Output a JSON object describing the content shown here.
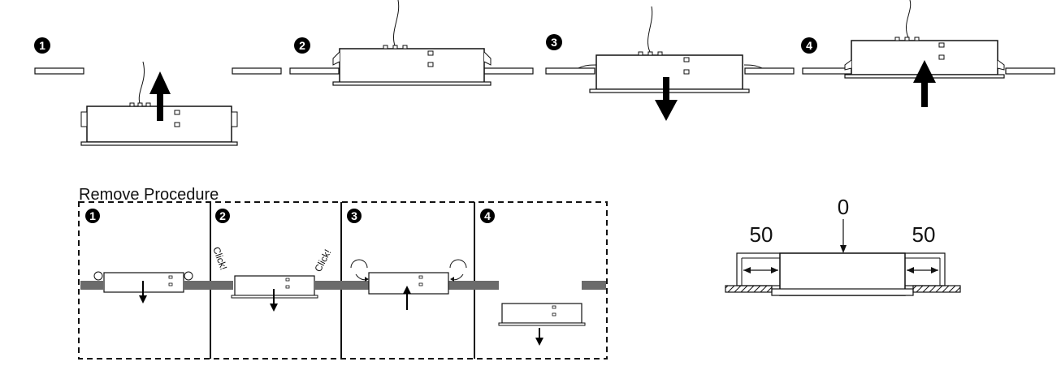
{
  "install_steps": [
    {
      "number": "1"
    },
    {
      "number": "2"
    },
    {
      "number": "3"
    },
    {
      "number": "4"
    }
  ],
  "remove_procedure": {
    "title": "Remove Procedure",
    "steps": [
      {
        "number": "1"
      },
      {
        "number": "2",
        "left_note": "Click!",
        "right_note": "Click!"
      },
      {
        "number": "3"
      },
      {
        "number": "4"
      }
    ]
  },
  "clearance": {
    "top_value": "0",
    "left_value": "50",
    "right_value": "50"
  },
  "colors": {
    "line": "#111111",
    "ceiling_fill": "#6b6b6b",
    "badge": "#000000"
  }
}
